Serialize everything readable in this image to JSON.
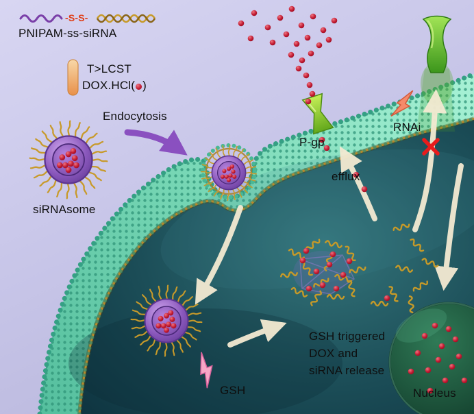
{
  "legend": {
    "pnipam_label": "PNIPAM-ss-siRNA",
    "ss_link": "-S-S-",
    "lcst_label": "T>LCST",
    "dox_prefix": "DOX.HCl(",
    "dox_suffix": ")"
  },
  "cell": {
    "endocytosis": "Endocytosis",
    "sirnasome": "siRNAsome",
    "pgp": "P-gp",
    "efflux": "efflux",
    "rnai": "RNAi",
    "gsh": "GSH",
    "release_line1": "GSH triggered",
    "release_line2": "DOX and",
    "release_line3": "siRNA release",
    "nucleus": "Nucleus"
  },
  "colors": {
    "background_lavender": "#c7c5e8",
    "membrane_teal": "#7fd8b8",
    "membrane_dot": "#35a084",
    "cytoplasm_dark": "#17434e",
    "bilayer_gold_line": "#9a7420",
    "dox_red": "#c01830",
    "vesicle_purple": "#8a58bc",
    "sirna_gold": "#c79a28",
    "pgp_green": "#8cc832",
    "channel_green": "#4f9a2a",
    "rnai_bolt": "#f58a6a",
    "gsh_bolt": "#f7a6c6",
    "arrow_cream": "#f4ead2",
    "nucleus_green": "#1b4f38",
    "x_red": "#e81c1c",
    "disulfide_red": "#e03c14"
  }
}
